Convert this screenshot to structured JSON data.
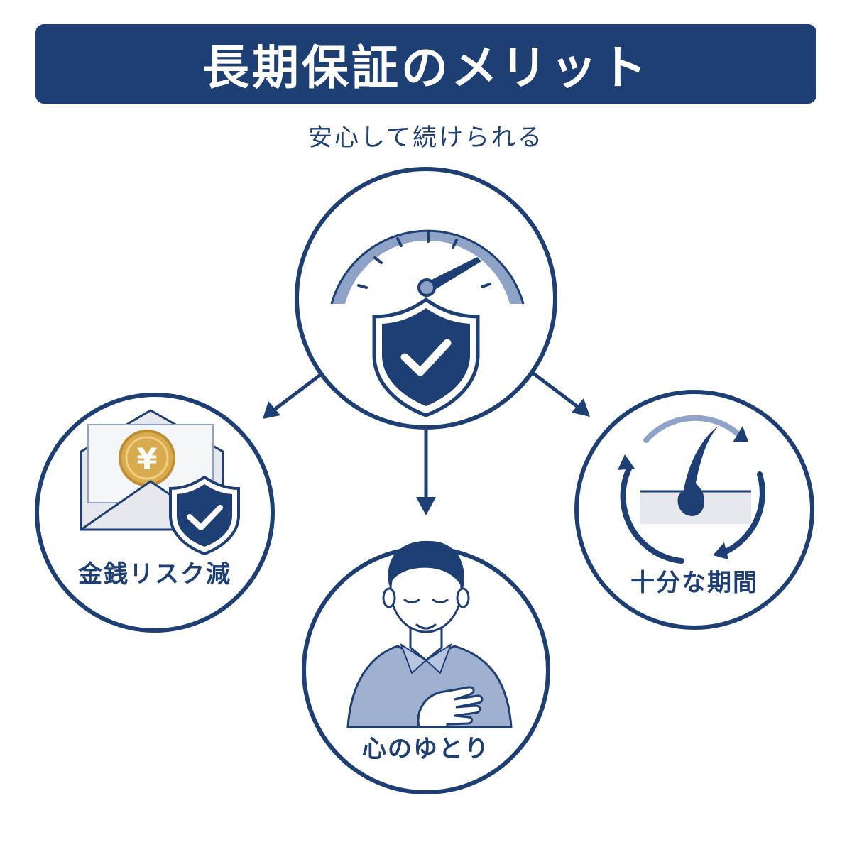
{
  "title": "長期保証のメリット",
  "subtitle": "安心して続けられる",
  "center_node": {
    "icon": "gauge-shield-check-icon"
  },
  "benefits": [
    {
      "label": "金銭リスク減",
      "icon": "envelope-yen-coin-shield-icon",
      "coin_symbol": "¥"
    },
    {
      "label": "心のゆとり",
      "icon": "relaxed-man-hand-on-chest-icon"
    },
    {
      "label": "十分な期間",
      "icon": "hair-follicle-cycle-icon"
    }
  ],
  "colors": {
    "navy": "#1e3f73",
    "light_blue": "#8fa3c7",
    "pale_gray": "#e6e8ed",
    "coin_gold": "#d9ab4f"
  }
}
